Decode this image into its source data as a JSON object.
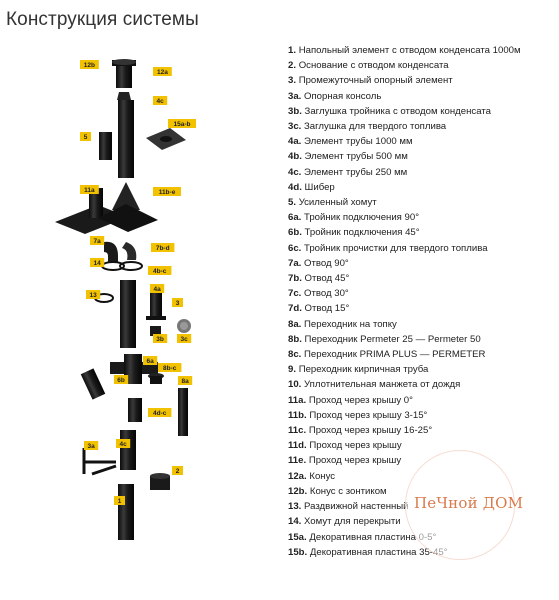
{
  "title": "Конструкция системы",
  "legend": [
    {
      "num": "1.",
      "text": "Напольный элемент с отводом конденсата 1000м"
    },
    {
      "num": "2.",
      "text": "Основание с отводом конденсата"
    },
    {
      "num": "3.",
      "text": "Промежуточный опорный элемент"
    },
    {
      "num": "3a.",
      "text": "Опорная консоль"
    },
    {
      "num": "3b.",
      "text": "Заглушка тройника с отводом конденсата"
    },
    {
      "num": "3c.",
      "text": "Заглушка для твердого топлива"
    },
    {
      "num": "4a.",
      "text": "Элемент трубы 1000 мм"
    },
    {
      "num": "4b.",
      "text": "Элемент трубы 500 мм"
    },
    {
      "num": "4c.",
      "text": "Элемент трубы 250 мм"
    },
    {
      "num": "4d.",
      "text": "Шибер"
    },
    {
      "num": "5.",
      "text": "Усиленный хомут"
    },
    {
      "num": "6a.",
      "text": "Тройник подключения 90°"
    },
    {
      "num": "6b.",
      "text": "Тройник подключения 45°"
    },
    {
      "num": "6c.",
      "text": "Тройник прочистки для твердого топлива"
    },
    {
      "num": "7a.",
      "text": "Отвод 90°"
    },
    {
      "num": "7b.",
      "text": "Отвод 45°"
    },
    {
      "num": "7c.",
      "text": "Отвод 30°"
    },
    {
      "num": "7d.",
      "text": "Отвод 15°"
    },
    {
      "num": "8a.",
      "text": "Переходник на топку"
    },
    {
      "num": "8b.",
      "text": "Переходник Permeter 25 — Permeter 50"
    },
    {
      "num": "8c.",
      "text": "Переходник PRIMA PLUS — PERMETER"
    },
    {
      "num": "9.",
      "text": "Переходник кирпичная труба"
    },
    {
      "num": "10.",
      "text": "Уплотнительная манжета от дождя"
    },
    {
      "num": "11a.",
      "text": "Проход через крышу 0°"
    },
    {
      "num": "11b.",
      "text": "Проход через крышу 3-15°"
    },
    {
      "num": "11c.",
      "text": "Проход через крышу 16-25°"
    },
    {
      "num": "11d.",
      "text": "Проход через крышу"
    },
    {
      "num": "11e.",
      "text": "Проход через крышу"
    },
    {
      "num": "12a.",
      "text": "Конус"
    },
    {
      "num": "12b.",
      "text": "Конус с зонтиком"
    },
    {
      "num": "13.",
      "text": "Раздвижной настенный"
    },
    {
      "num": "14.",
      "text": "Хомут для перекрыти"
    },
    {
      "num": "15a.",
      "text": "Декоративная пластина 0-5°"
    },
    {
      "num": "15b.",
      "text": "Декоративная пластина 35-45°"
    }
  ],
  "tags": [
    {
      "key": "12b",
      "text": "12b"
    },
    {
      "key": "12a",
      "text": "12a"
    },
    {
      "key": "4c_top",
      "text": "4c"
    },
    {
      "key": "15ab",
      "text": "15a-b"
    },
    {
      "key": "5",
      "text": "5"
    },
    {
      "key": "11a",
      "text": "11a"
    },
    {
      "key": "11b",
      "text": "11b-e"
    },
    {
      "key": "7a",
      "text": "7a"
    },
    {
      "key": "7bd",
      "text": "7b-d"
    },
    {
      "key": "14",
      "text": "14"
    },
    {
      "key": "4bc",
      "text": "4b-c"
    },
    {
      "key": "13",
      "text": "13"
    },
    {
      "key": "4a",
      "text": "4a"
    },
    {
      "key": "3",
      "text": "3"
    },
    {
      "key": "3b",
      "text": "3b"
    },
    {
      "key": "3c",
      "text": "3c"
    },
    {
      "key": "6a",
      "text": "6a"
    },
    {
      "key": "6b",
      "text": "6b"
    },
    {
      "key": "8bc",
      "text": "8b-c"
    },
    {
      "key": "8a",
      "text": "8a"
    },
    {
      "key": "4d",
      "text": "4d-c"
    },
    {
      "key": "3a",
      "text": "3a"
    },
    {
      "key": "4c_low",
      "text": "4c"
    },
    {
      "key": "2",
      "text": "2"
    },
    {
      "key": "1",
      "text": "1"
    }
  ],
  "watermark": "ПеЧной ДОМ",
  "colors": {
    "tag": "#f2c200",
    "pipe": "#1b1b1b",
    "watermark": "#d97a4e"
  }
}
